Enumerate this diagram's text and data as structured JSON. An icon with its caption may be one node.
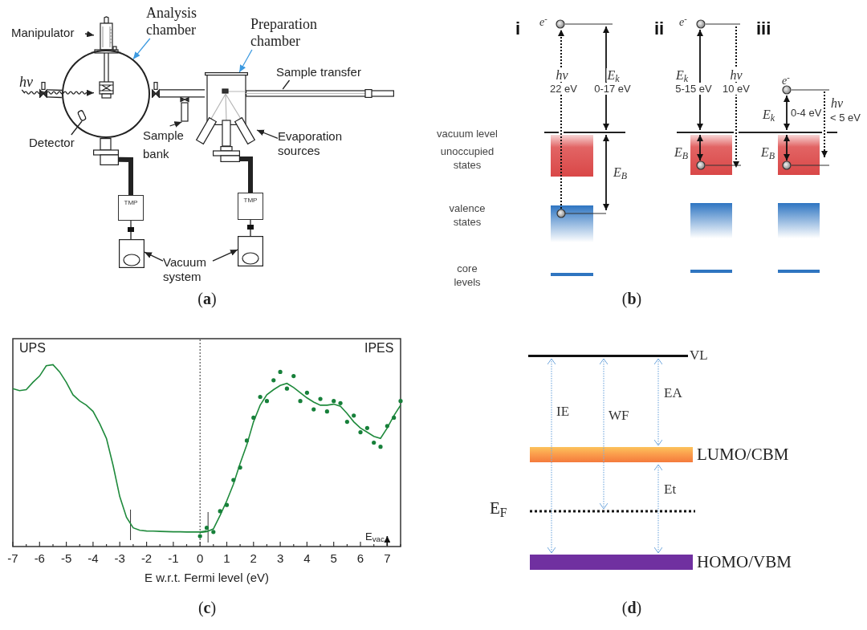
{
  "diagram": {
    "nodes": [
      {
        "text": [
          "Manipulator"
        ]
      },
      {
        "text": [],
        "shape": "picture"
      },
      {
        "text": [
          "Analysis chamber"
        ]
      },
      {
        "text": [],
        "shape": "circle"
      },
      {
        "text": [
          "Preparation chamber"
        ]
      },
      {
        "text": [],
        "shape": "box"
      },
      {
        "text": [
          "Sample transfer"
        ]
      },
      {
        "text": [],
        "shape": "bar"
      },
      {
        "text": [
          "Detector"
        ]
      },
      {
        "text": [],
        "shape": "circle",
        "in": 3
      },
      {
        "text": [
          "Sample bank"
        ]
      },
      {
        "text": [],
        "shape": "cylinder"
      },
      {
        "text": [
          "Evaporation sources"
        ]
      },
      {
        "text": [],
        "shape": "picture"
      },
      {
        "text": [
          "TMP"
        ]
      },
      {
        "text": [
          "TMP"
        ]
      },
      {
        "text": [],
        "shape": "box"
      },
      {
        "text": [],
        "shape": "box"
      },
      {
        "text": [
          "Vacuum system"
        ]
      },
      {
        "text": [
          "hν"
        ]
      },
      {
        "text": [],
        "shape": "box"
      },
      {
        "text": [],
        "shape": "box"
      },
      {
        "text": [],
        "shape": "box"
      },
      {
        "text": [],
        "shape": "box"
      }
    ],
    "edges": [
      {
        "from": 0,
        "to": 1,
        "arrow": "to"
      },
      {
        "from": 2,
        "to": 3,
        "arrow": "to",
        "color": "#3d9ae0"
      },
      {
        "from": 4,
        "to": 5,
        "arrow": "to",
        "color": "#3d9ae0"
      },
      {
        "from": 6,
        "to": 7,
        "arrow": "none"
      },
      {
        "from": 8,
        "to": 9,
        "arrow": "none"
      },
      {
        "from": 10,
        "to": 11,
        "arrow": "to"
      },
      {
        "from": 12,
        "to": 13,
        "arrow": "to"
      },
      {
        "from": 18,
        "to": 16,
        "arrow": "to"
      },
      {
        "from": 18,
        "to": 17,
        "arrow": "to"
      },
      {
        "from": 19,
        "to": 1,
        "arrow": "to"
      },
      {
        "from": 20,
        "to": 14,
        "arrow": "none",
        "style": "thick"
      },
      {
        "from": 21,
        "to": 15,
        "arrow": "none",
        "style": "thick"
      },
      {
        "from": 14,
        "to": 16,
        "arrow": "none"
      },
      {
        "from": 15,
        "to": 17,
        "arrow": "none"
      },
      {
        "from": 23,
        "to": 5,
        "arrow": "none"
      },
      {
        "from": 22,
        "to": 3,
        "arrow": "none"
      }
    ],
    "labels": [
      "(**a**)",
      "i",
      "e$^{-}$",
      "ii",
      "e$^{-}$",
      "iii",
      "hν",
      "22 eV",
      "E$_{k}$",
      "0-17 eV",
      "E$_{k}$",
      "5-15 eV",
      "hν",
      "10 eV",
      "e$^{-}$",
      "hν",
      "< 5 eV",
      "E$_{k}$",
      "0-4 eV",
      "vacuum level",
      "unoccupied states",
      "E$_{B}$",
      "E$_{B}$",
      "E$_{B}$",
      "valence states",
      "core levels",
      "(**b**)",
      "UPS",
      "IPES",
      "E$_{vac}$",
      "-7",
      "-6",
      "-5",
      "-4",
      "-3",
      "-2",
      "-1",
      "0",
      "1",
      "2",
      "3",
      "4",
      "5",
      "6",
      "7",
      "E w.r.t. Fermi level (eV)",
      "(**c**)",
      "VL",
      "IE",
      "WF",
      "EA",
      "LUMO/CBM",
      "Et",
      "E$_{F}$",
      "HOMO/VBM",
      "(**d**)"
    ]
  }
}
